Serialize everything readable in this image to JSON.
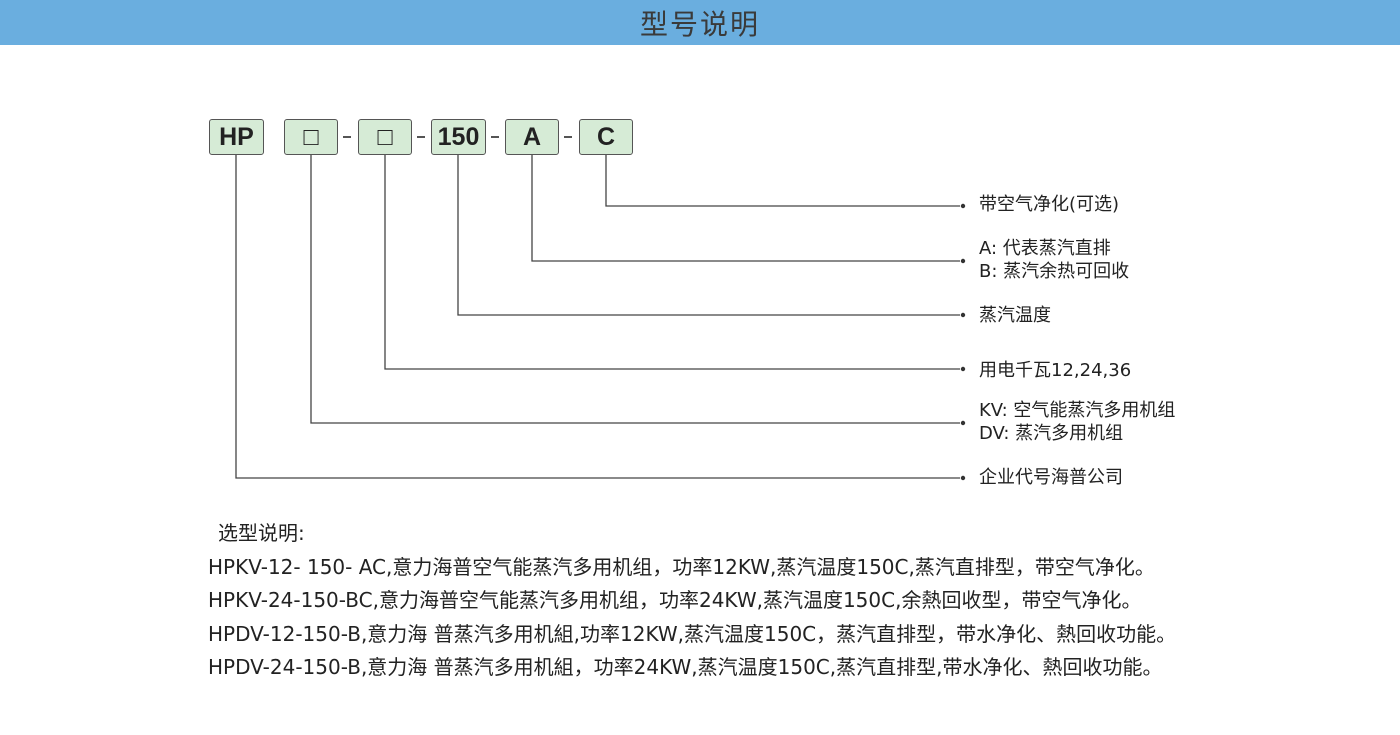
{
  "header": {
    "title": "型号说明",
    "color": "#6aaedf"
  },
  "code": {
    "segments": [
      "HP",
      "□",
      "□",
      "150",
      "A",
      "C"
    ],
    "box_color": "#d6ebd6"
  },
  "legend": [
    {
      "lines": [
        "带空气净化(可选)"
      ]
    },
    {
      "lines": [
        "A: 代表蒸汽直排",
        "B: 蒸汽余热可回收"
      ]
    },
    {
      "lines": [
        "蒸汽温度"
      ]
    },
    {
      "lines": [
        "用电千瓦12,24,36"
      ]
    },
    {
      "lines": [
        "KV: 空气能蒸汽多用机组",
        "DV: 蒸汽多用机组"
      ]
    },
    {
      "lines": [
        "企业代号海普公司"
      ]
    }
  ],
  "notes": {
    "heading": "选型说明:",
    "lines": [
      "HPKV-12- 150- AC,意力海普空气能蒸汽多用机组，功率12KW,蒸汽温度150C,蒸汽直排型，带空气净化。",
      "HPKV-24-150-BC,意力海普空气能蒸汽多用机组，功率24KW,蒸汽温度150C,余熱回收型，带空气净化。",
      "HPDV-12-150-B,意力海 普蒸汽多用机組,功率12KW,蒸汽温度150C，蒸汽直排型，带水净化、熱回收功能。",
      "HPDV-24-150-B,意力海 普蒸汽多用机組，功率24KW,蒸汽温度150C,蒸汽直排型,带水净化、熱回收功能。"
    ]
  }
}
